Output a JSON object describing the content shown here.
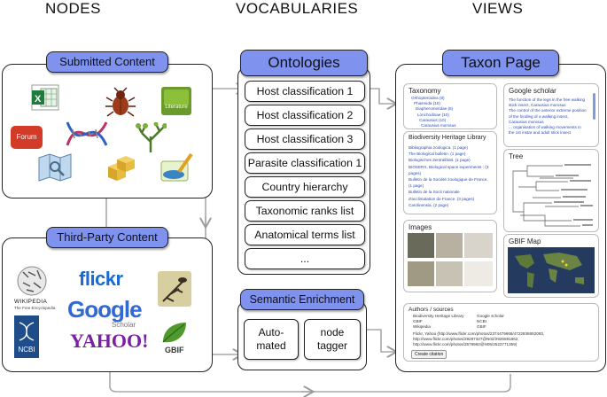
{
  "columns": {
    "nodes": "NODES",
    "vocabularies": "VOCABULARIES",
    "views": "VIEWS"
  },
  "submitted": {
    "title": "Submitted Content",
    "literature_label": "Literature",
    "forum_label": "Forum"
  },
  "third_party": {
    "title": "Third-Party Content",
    "logos": {
      "wikipedia": "WIKIPEDIA",
      "wikipedia_sub": "The Free Encyclopedia",
      "flickr": "flickr",
      "google": "Google",
      "google_sub": "Scholar",
      "ncbi": "NCBI",
      "yahoo": "YAHOO!",
      "gbif": "GBIF"
    }
  },
  "ontologies": {
    "title": "Ontologies",
    "items": [
      "Host classification 1",
      "Host classification 2",
      "Host classification 3",
      "Parasite classification 1",
      "Country hierarchy",
      "Taxonomic ranks list",
      "Anatomical terms list",
      "..."
    ]
  },
  "enrichment": {
    "title": "Semantic Enrichment",
    "automated": "Auto-\nmated",
    "node_tagger": "node\ntagger"
  },
  "taxon_page": {
    "title": "Taxon Page",
    "taxonomy": {
      "title": "Taxonomy",
      "lines": [
        "Orthopteroidea (8)",
        "Phasmida (10)",
        "Diapheromeridae (8)",
        "Lonchodinae (10)",
        "Carausius (10)",
        "Carausius morosus"
      ]
    },
    "google_scholar": {
      "title": "Google scholar",
      "lines": [
        "The function of the legs in the free walking",
        "stick insect, Carausius morosus",
        "",
        "The control of the anterior extreme position",
        "of the hindleg of a walking insect,",
        "Carausius morosus",
        "... organisation of walking movements in",
        "the 1st instar and adult stick insect"
      ]
    },
    "bhl": {
      "title": "Biodiversity Heritage Library",
      "lines": [
        "Bibliographia zoologica. (1 page)",
        "The Biological bulletin. (1 page)",
        "Biologisches Zentralblatt. (1 page)",
        "BIOSERX, Biological space experiments : (3",
        "pages)",
        "Bulletin de la Société zoologique de France.",
        "(1 page)",
        "Bulletin de la Socit nationale",
        "d'acclimatation de France. (3 pages)",
        "Carolinensia. (2 page)"
      ]
    },
    "tree": {
      "title": "Tree"
    },
    "images": {
      "title": "Images"
    },
    "gbif_map": {
      "title": "GBIF Map"
    },
    "authors": {
      "title": "Authors / sources",
      "lines": [
        "Biodiversity Heritage Library",
        "GBIF",
        "Wikipedia",
        "Google scholar",
        "NCBI",
        "GBIF",
        "Flickr, Yahoo (http://www.flickr.com/photos/2374479668/4722838652083,",
        "http://www.flickr.com/photos/29287327@N02/2926591862,",
        "http://www.flickr.com/photos/2578962@N05/2522771359)"
      ],
      "button": "Create citation"
    }
  }
}
